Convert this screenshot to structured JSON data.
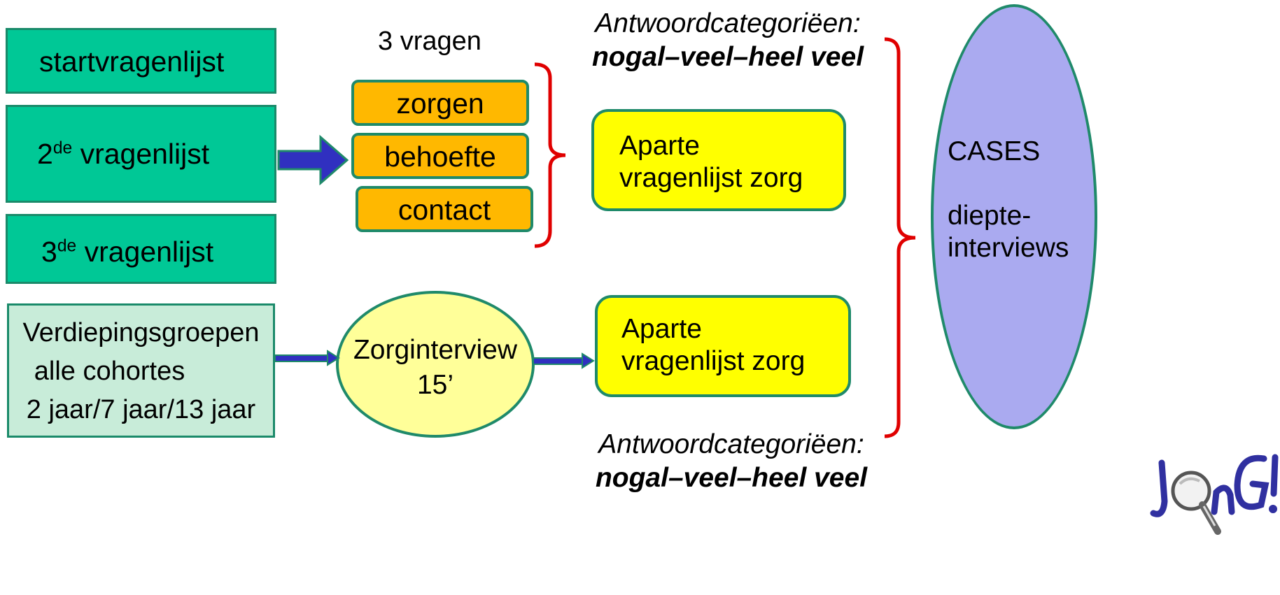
{
  "left_column": {
    "start": "startvragenlijst",
    "second": {
      "num": "2",
      "sup": "de",
      "text": " vragenlijst"
    },
    "third": {
      "num": "3",
      "sup": "de",
      "text": " vragenlijst"
    },
    "verdieping": [
      "Verdiepingsgroepen",
      "alle cohortes",
      "2 jaar/7 jaar/13 jaar"
    ]
  },
  "middle": {
    "header": "3 vragen",
    "items": [
      "zorgen",
      "behoefte",
      "contact"
    ],
    "interview": [
      "Zorginterview",
      "15’"
    ]
  },
  "yellow_boxes": {
    "top": [
      "Aparte",
      "vragenlijst zorg"
    ],
    "bottom": [
      "Aparte",
      "vragenlijst zorg"
    ]
  },
  "answer_top": {
    "line1": "Antwoordcategoriëen:",
    "line2": "nogal–veel–heel veel"
  },
  "answer_bottom": {
    "line1": "Antwoordcategoriëen:",
    "line2": "nogal–veel–heel veel"
  },
  "ellipse": {
    "title": "CASES",
    "line2": "diepte-",
    "line3": "interviews"
  },
  "logo": {
    "text": "JonG!"
  },
  "colors": {
    "green": "#00c896",
    "green_light": "#c8ecd9",
    "orange": "#ffb800",
    "yellow": "#ffff00",
    "pale_yellow": "#ffff99",
    "lavender": "#aaaaf0",
    "bracket": "#e00000",
    "arrow": "#3030c0",
    "border": "#1f8a6a"
  }
}
